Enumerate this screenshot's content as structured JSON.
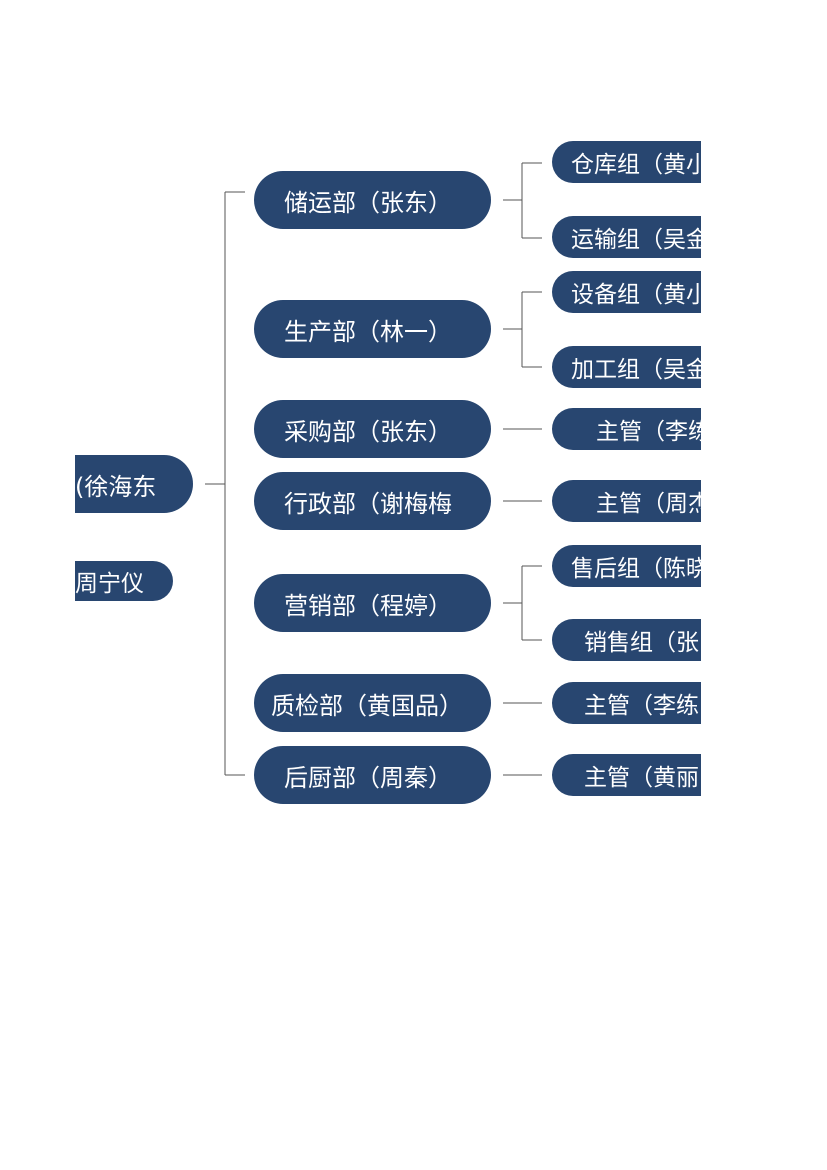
{
  "root": {
    "label": "(徐海东"
  },
  "side": {
    "label": "周宁仪"
  },
  "departments": [
    {
      "label": "储运部（张东）",
      "groups": [
        "仓库组（黄小",
        "运输组（吴金"
      ]
    },
    {
      "label": "生产部（林一）",
      "groups": [
        "设备组（黄小",
        "加工组（吴金"
      ]
    },
    {
      "label": "采购部（张东）",
      "groups": [
        "主管（李练"
      ]
    },
    {
      "label": "行政部（谢梅梅",
      "groups": [
        "主管（周杰"
      ]
    },
    {
      "label": "营销部（程婷）",
      "groups": [
        "售后组（陈晓",
        "销售组（张"
      ]
    },
    {
      "label": "质检部（黄国品）",
      "groups": [
        "主管（李练"
      ]
    },
    {
      "label": "后厨部（周秦）",
      "groups": [
        "主管（黄丽"
      ]
    }
  ],
  "colors": {
    "node_fill": "#284670",
    "node_text": "#ffffff",
    "connector": "#555555"
  }
}
